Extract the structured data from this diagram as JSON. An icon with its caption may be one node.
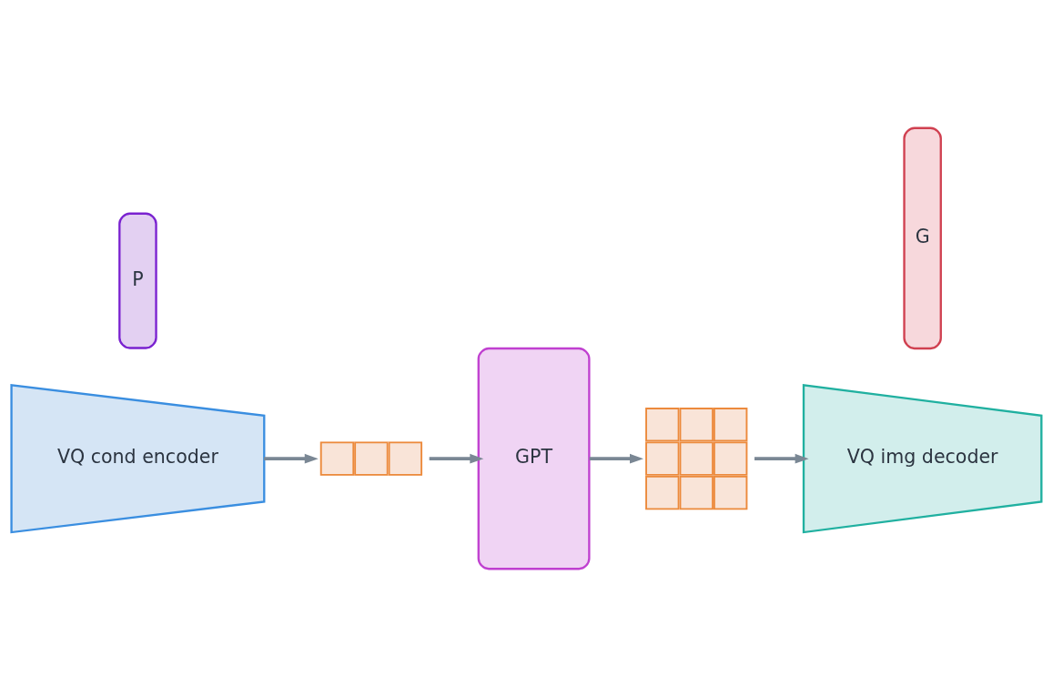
{
  "diagram": {
    "nodes": [
      {
        "text": [],
        "shape": "bar"
      },
      {
        "text": [
          "VQ cond encoder"
        ]
      },
      {
        "text": [
          "P"
        ]
      },
      {
        "text": [
          "GPT"
        ]
      },
      {
        "text": [],
        "shape": "grid"
      },
      {
        "text": [
          "VQ img decoder"
        ]
      },
      {
        "text": [
          "G"
        ]
      }
    ],
    "edges": [
      {
        "from": 1,
        "to": 0,
        "arrow": "to"
      },
      {
        "from": 0,
        "to": 3,
        "arrow": "to"
      },
      {
        "from": 3,
        "to": 4,
        "arrow": "to"
      },
      {
        "from": 4,
        "to": 5,
        "arrow": "to"
      }
    ]
  }
}
